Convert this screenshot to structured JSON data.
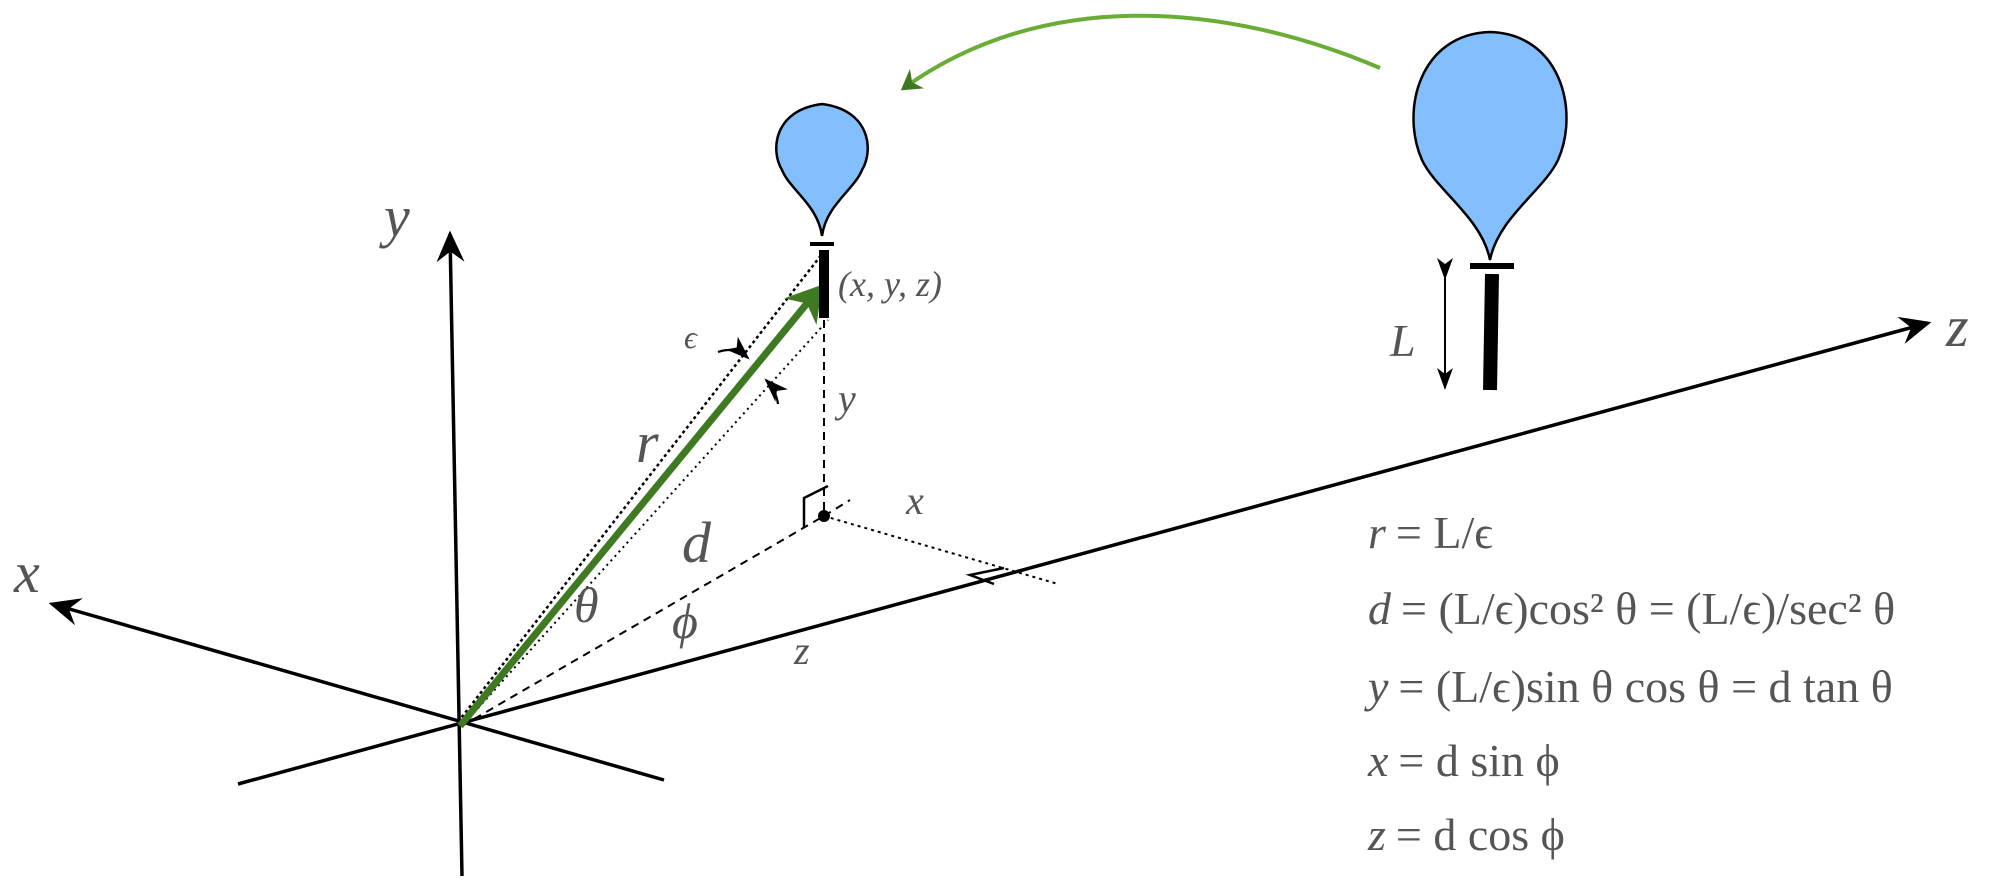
{
  "diagram": {
    "colors": {
      "balloon_fill": "#82bffc",
      "vector_green": "#3f7a22",
      "curve_arrow_green": "#6aad36",
      "axis": "#000000",
      "label_gray": "#555555"
    },
    "axes": {
      "x_label": "x",
      "y_label": "y",
      "z_label": "z"
    },
    "labels": {
      "point": "(x, y, z)",
      "epsilon": "ϵ",
      "r": "r",
      "d": "d",
      "theta": "θ",
      "phi": "ϕ",
      "y_proj": "y",
      "x_proj": "x",
      "z_proj": "z",
      "length": "L"
    },
    "equations": [
      {
        "lhs": "r",
        "rhs": "=  L/ϵ"
      },
      {
        "lhs": "d",
        "rhs": "= (L/ϵ)cos² θ = (L/ϵ)/sec² θ"
      },
      {
        "lhs": "y",
        "rhs": "= (L/ϵ)sin θ cos θ = d tan θ"
      },
      {
        "lhs": "x",
        "rhs": "= d sin ϕ"
      },
      {
        "lhs": "z",
        "rhs": "= d cos ϕ"
      }
    ]
  }
}
